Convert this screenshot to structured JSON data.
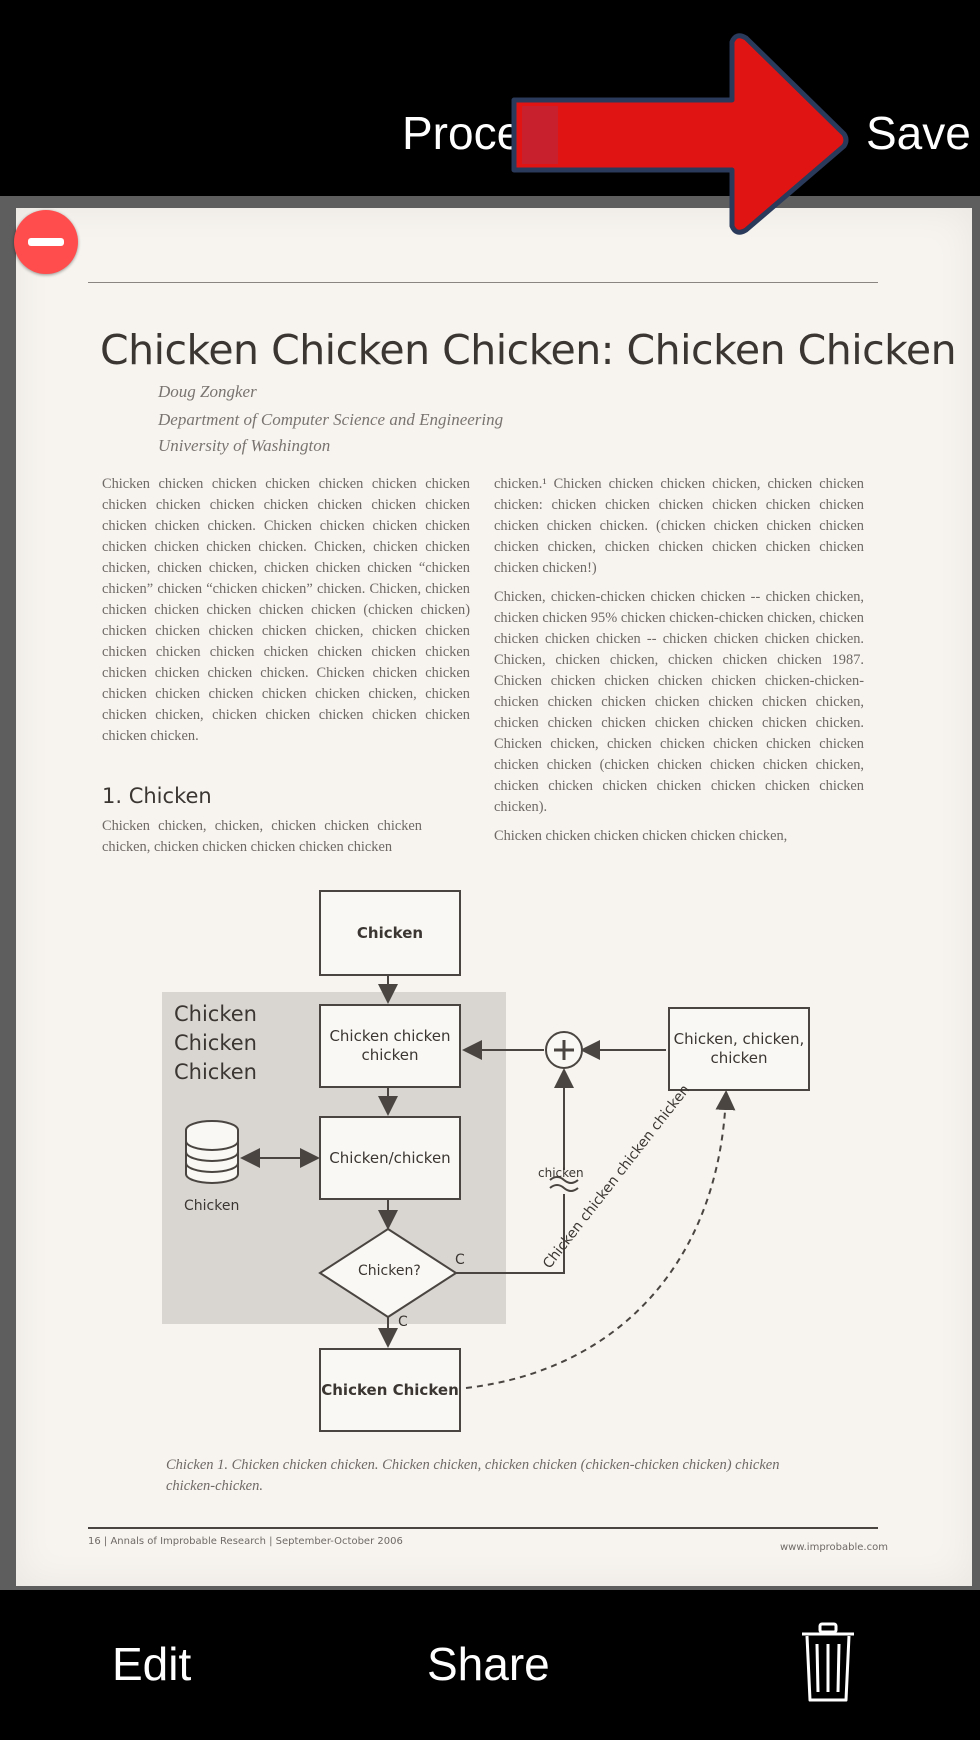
{
  "toolbar": {
    "process_label_partial": "Proce",
    "save_label": "Save"
  },
  "bottom": {
    "edit_label": "Edit",
    "share_label": "Share",
    "trash_icon": "trash-icon"
  },
  "overlay": {
    "remove_icon": "minus-circle-icon",
    "arrow_icon": "red-arrow-right-icon",
    "arrow_color": "#e11414"
  },
  "document": {
    "title": "Chicken Chicken Chicken: Chicken Chicken",
    "author": "Doug Zongker",
    "dept": "Department of Computer Science and Engineering",
    "univ": "University of Washington",
    "left_col_para": "Chicken chicken chicken chicken chicken chicken chicken chicken chicken chicken chicken chicken chicken chicken chicken chicken chicken. Chicken chicken chicken chicken chicken chicken chicken chicken. Chicken, chicken chicken chicken, chicken chicken, chicken chicken chicken “chicken chicken” chicken “chicken chicken” chicken. Chicken, chicken chicken chicken chicken chicken chicken (chicken chicken) chicken chicken chicken chicken chicken, chicken chicken chicken chicken chicken chicken chicken chicken chicken chicken chicken chicken chicken. Chicken chicken chicken chicken chicken chicken chicken chicken chicken, chicken chicken chicken, chicken chicken chicken chicken chicken chicken chicken.",
    "section_heading": "1. Chicken",
    "section_para": "Chicken chicken, chicken, chicken chicken chicken chicken, chicken chicken chicken chicken chicken",
    "right_col_para1": "chicken.¹ Chicken chicken chicken chicken, chicken chicken chicken: chicken chicken chicken chicken chicken chicken chicken chicken chicken. (chicken chicken chicken chicken chicken chicken, chicken chicken chicken chicken chicken chicken chicken!)",
    "right_col_para2": "Chicken, chicken-chicken chicken chicken -- chicken chicken, chicken chicken 95% chicken chicken-chicken chicken, chicken chicken chicken chicken -- chicken chicken chicken chicken. Chicken, chicken chicken, chicken chicken chicken 1987. Chicken chicken chicken chicken chicken chicken-chicken-chicken chicken chicken chicken chicken chicken chicken, chicken chicken chicken chicken chicken chicken chicken. Chicken chicken, chicken chicken chicken chicken chicken chicken chicken (chicken chicken chicken chicken chicken, chicken chicken chicken chicken chicken chicken chicken chicken).",
    "right_col_para3": "Chicken chicken chicken chicken chicken chicken,",
    "figure": {
      "box_top": "Chicken",
      "box_mid": "Chicken chicken chicken",
      "box_right": "Chicken, chicken, chicken",
      "box_storage": "Chicken/chicken",
      "db_label": "Chicken",
      "diamond": "Chicken?",
      "box_bottom": "Chicken Chicken",
      "shade_label_1": "Chicken",
      "shade_label_2": "Chicken",
      "shade_label_3": "Chicken",
      "c_label_1": "C",
      "c_label_2": "C",
      "wave_label": "chicken",
      "curve_label": "Chicken chicken chicken chicken"
    },
    "caption": "Chicken 1. Chicken chicken chicken. Chicken chicken, chicken chicken (chicken-chicken chicken) chicken chicken-chicken.",
    "footer_left": "16 | Annals of Improbable Research | September-October 2006",
    "footer_right": "www.improbable.com"
  }
}
